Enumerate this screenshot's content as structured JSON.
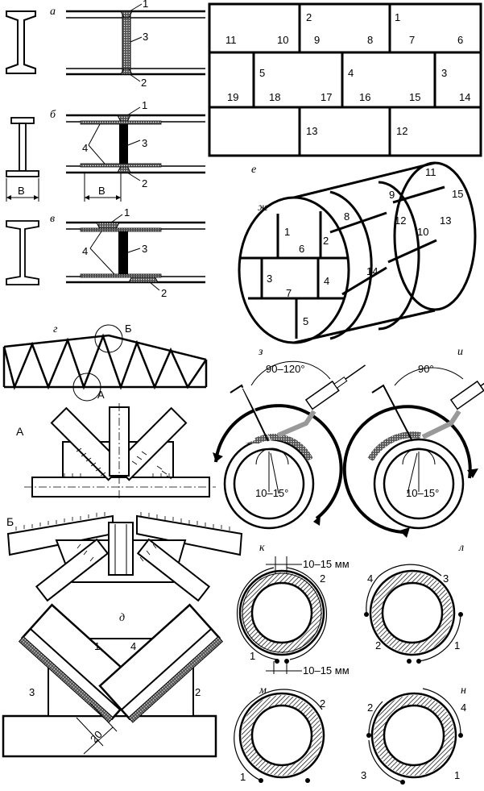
{
  "panel_letters": {
    "a": "а",
    "b": "б",
    "v": "в",
    "g": "г",
    "d": "д",
    "e": "е",
    "zh": "ж",
    "z": "з",
    "i": "и",
    "k": "к",
    "l": "л",
    "m": "м",
    "n": "н"
  },
  "beam_panels": {
    "labels": [
      "1",
      "2",
      "3",
      "4"
    ],
    "dim_b": "В"
  },
  "truss": {
    "node_a": "А",
    "node_b": "Б"
  },
  "node_details": {
    "a_label": "А",
    "b_label": "Б"
  },
  "panel_d": {
    "labels": [
      "1",
      "4",
      "3",
      "2"
    ],
    "dimension": "20"
  },
  "panel_e": {
    "top_row": [
      "2",
      "1"
    ],
    "top_row_numbers": [
      "11",
      "10",
      "9",
      "8",
      "7",
      "6"
    ],
    "mid_row": [
      "5",
      "4",
      "3"
    ],
    "mid_row_numbers": [
      "19",
      "18",
      "17",
      "16",
      "15",
      "14"
    ],
    "bottom_row": [
      "13",
      "12"
    ]
  },
  "panel_zh": {
    "face_numbers": [
      "1",
      "6",
      "2",
      "3",
      "7",
      "4",
      "5"
    ],
    "side_numbers": [
      "8",
      "9",
      "11",
      "12",
      "10",
      "13",
      "14",
      "15"
    ]
  },
  "panel_z": {
    "angle_top": "90–120°",
    "angle_bottom": "10–15°"
  },
  "panel_i": {
    "angle_top": "90°",
    "angle_bottom": "10–15°"
  },
  "panel_k": {
    "gap_top": "10–15 мм",
    "gap_bottom": "10–15 мм",
    "labels": [
      "2",
      "1"
    ]
  },
  "panel_l": {
    "labels": [
      "4",
      "3",
      "2",
      "1"
    ]
  },
  "panel_m": {
    "labels": [
      "2",
      "1"
    ]
  },
  "panel_n": {
    "labels": [
      "2",
      "4",
      "3",
      "1"
    ]
  }
}
